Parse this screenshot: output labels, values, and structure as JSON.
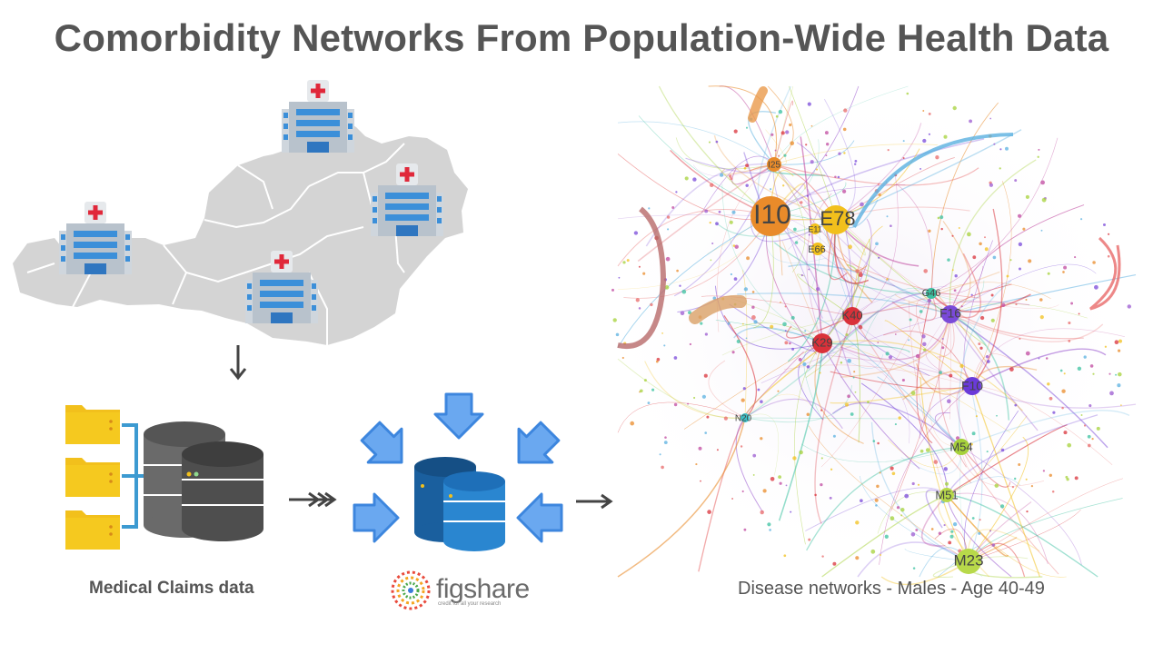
{
  "title": "Comorbidity Networks From Population-Wide Health Data",
  "labels": {
    "claims": "Medical Claims data",
    "network": "Disease networks - Males - Age 40-49",
    "figshare": "figshare",
    "figshare_tagline": "credit for all your research"
  },
  "network_nodes": [
    {
      "id": "I10",
      "large": true
    },
    {
      "id": "E78",
      "large": true
    },
    {
      "id": "I25"
    },
    {
      "id": "E11"
    },
    {
      "id": "E66"
    },
    {
      "id": "G46"
    },
    {
      "id": "F16"
    },
    {
      "id": "K40"
    },
    {
      "id": "K29"
    },
    {
      "id": "F10"
    },
    {
      "id": "N20"
    },
    {
      "id": "M54"
    },
    {
      "id": "M51"
    },
    {
      "id": "M23",
      "large": true
    }
  ],
  "colors": {
    "title": "#555555",
    "map": "#d4d4d4",
    "hospital_blue": "#3b8fd9",
    "hospital_cross": "#e0283a",
    "folder": "#f2c01c",
    "db_dark": "#5a5a5a",
    "db_blue": "#1e6fb8",
    "arrow_blue": "#6aa8f0"
  }
}
